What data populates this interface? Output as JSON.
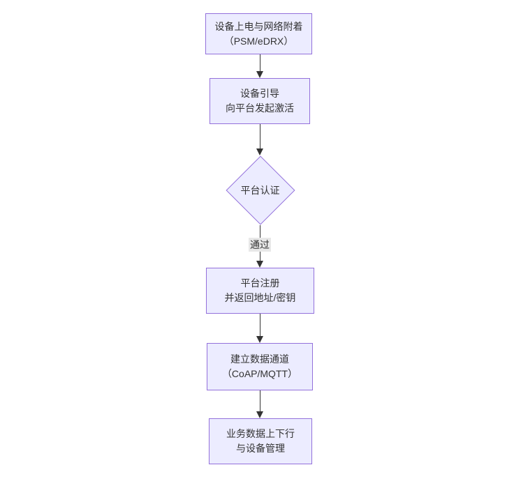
{
  "diagram": {
    "type": "flowchart-vertical",
    "colors": {
      "node_fill": "#ECECFF",
      "node_border": "#9370DB",
      "text": "#333333",
      "arrow": "#333333",
      "edge_label_bg": "#e8e8e8",
      "background": "#ffffff"
    }
  },
  "nodes": [
    {
      "id": "power-network-attach",
      "type": "rect",
      "lines": [
        "设备上电与网络附着",
        "（PSM/eDRX）"
      ]
    },
    {
      "id": "device-bootstrap",
      "type": "rect",
      "lines": [
        "设备引导",
        "向平台发起激活"
      ]
    },
    {
      "id": "platform-auth",
      "type": "diamond",
      "lines": [
        "平台认证"
      ]
    },
    {
      "id": "platform-register",
      "type": "rect",
      "lines": [
        "平台注册",
        "并返回地址/密钥"
      ]
    },
    {
      "id": "data-channel",
      "type": "rect",
      "lines": [
        "建立数据通道",
        "（CoAP/MQTT）"
      ]
    },
    {
      "id": "business-data",
      "type": "rect",
      "lines": [
        "业务数据上下行",
        "与设备管理"
      ]
    }
  ],
  "edges": [
    {
      "from": "power-network-attach",
      "to": "device-bootstrap",
      "label": ""
    },
    {
      "from": "device-bootstrap",
      "to": "platform-auth",
      "label": ""
    },
    {
      "from": "platform-auth",
      "to": "platform-register",
      "label": "通过"
    },
    {
      "from": "platform-register",
      "to": "data-channel",
      "label": ""
    },
    {
      "from": "data-channel",
      "to": "business-data",
      "label": ""
    }
  ]
}
